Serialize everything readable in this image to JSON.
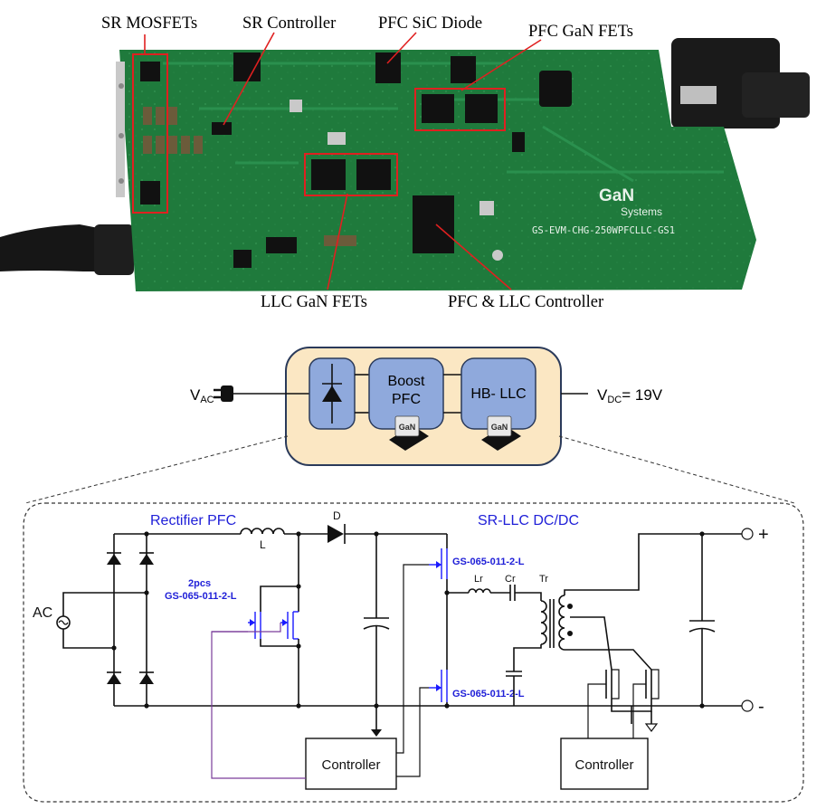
{
  "photo": {
    "labels": {
      "sr_mosfets": "SR MOSFETs",
      "sr_controller": "SR Controller",
      "pfc_sic_diode": "PFC SiC Diode",
      "pfc_gan_fets": "PFC GaN FETs",
      "llc_gan_fets": "LLC GaN FETs",
      "pfc_llc_controller": "PFC & LLC Controller"
    },
    "board": {
      "logo_top": "GaN",
      "logo_bottom": "Systems",
      "part_number": "GS-EVM-CHG-250WPFCLLC-GS1"
    },
    "colors": {
      "board": "#1f7a3c",
      "highlight_box": "#e02020"
    }
  },
  "block": {
    "vac_main": "V",
    "vac_sub": "AC",
    "vdc_main": "V",
    "vdc_sub": "DC",
    "vdc_value": "= 19V",
    "boost_line1": "Boost",
    "boost_line2": "PFC",
    "llc": "HB- LLC",
    "chip_logo": "GaN",
    "colors": {
      "panel": "#fbe7c3",
      "block": "#8fa9dc"
    }
  },
  "schematic": {
    "rectifier_pfc": "Rectifier PFC",
    "sr_llc": "SR-LLC DC/DC",
    "ac": "AC",
    "inductor_l": "L",
    "diode_d": "D",
    "two_pcs": "2pcs",
    "pfc_part": "GS-065-011-2-L",
    "llc_high_part": "GS-065-011-2-L",
    "llc_low_part": "GS-065-011-2-L",
    "lr": "Lr",
    "cr": "Cr",
    "tr": "Tr",
    "plus": "+",
    "minus": "-",
    "controller_left": "Controller",
    "controller_right": "Controller",
    "colors": {
      "title": "#2020d8",
      "parts": "#2020d8",
      "gate_wire": "#7a3c9a"
    }
  }
}
